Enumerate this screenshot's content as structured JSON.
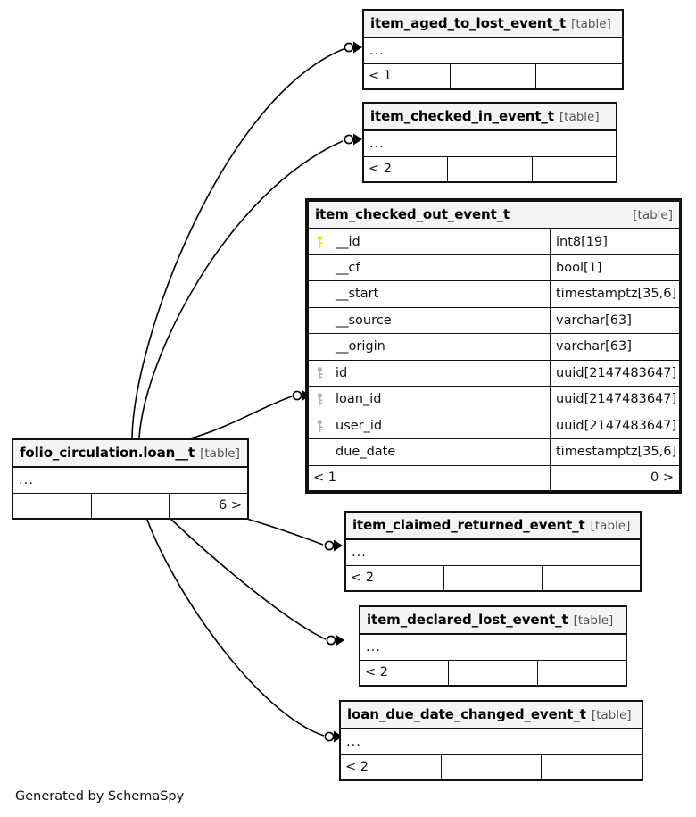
{
  "diagram": {
    "footer_note": "Generated by SchemaSpy",
    "table_tag": "[table]",
    "ellipsis": "...",
    "colors": {
      "primary_key": "#e8e800",
      "foreign_key": "#b0b0b0",
      "border": "#111111",
      "header_bg": "#f4f4f4",
      "page_bg": "#ffffff"
    }
  },
  "tables": {
    "item_aged_to_lost": {
      "name": "item_aged_to_lost_event_t",
      "tag": "[table]",
      "body_label": "...",
      "footer": {
        "left": "< 1",
        "middle": "",
        "right": ""
      }
    },
    "item_checked_in": {
      "name": "item_checked_in_event_t",
      "tag": "[table]",
      "body_label": "...",
      "footer": {
        "left": "< 2",
        "middle": "",
        "right": ""
      }
    },
    "item_checked_out": {
      "name": "item_checked_out_event_t",
      "tag": "[table]",
      "columns": [
        {
          "key": "primary",
          "name": "__id",
          "type": "int8[19]"
        },
        {
          "key": "none",
          "name": "__cf",
          "type": "bool[1]"
        },
        {
          "key": "none",
          "name": "__start",
          "type": "timestamptz[35,6]"
        },
        {
          "key": "none",
          "name": "__source",
          "type": "varchar[63]"
        },
        {
          "key": "none",
          "name": "__origin",
          "type": "varchar[63]"
        },
        {
          "key": "foreign",
          "name": "id",
          "type": "uuid[2147483647]"
        },
        {
          "key": "foreign",
          "name": "loan_id",
          "type": "uuid[2147483647]"
        },
        {
          "key": "foreign",
          "name": "user_id",
          "type": "uuid[2147483647]"
        },
        {
          "key": "none",
          "name": "due_date",
          "type": "timestamptz[35,6]"
        }
      ],
      "footer": {
        "left": "< 1",
        "middle": "",
        "right": "0 >"
      }
    },
    "loan": {
      "name": "folio_circulation.loan__t",
      "tag": "[table]",
      "body_label": "...",
      "footer": {
        "left": "",
        "middle": "",
        "right": "6 >"
      }
    },
    "item_claimed_returned": {
      "name": "item_claimed_returned_event_t",
      "tag": "[table]",
      "body_label": "...",
      "footer": {
        "left": "< 2",
        "middle": "",
        "right": ""
      }
    },
    "item_declared_lost": {
      "name": "item_declared_lost_event_t",
      "tag": "[table]",
      "body_label": "...",
      "footer": {
        "left": "< 2",
        "middle": "",
        "right": ""
      }
    },
    "loan_due_date_changed": {
      "name": "loan_due_date_changed_event_t",
      "tag": "[table]",
      "body_label": "...",
      "footer": {
        "left": "< 2",
        "middle": "",
        "right": ""
      }
    }
  },
  "relationships": [
    {
      "from": "loan",
      "to": "item_aged_to_lost",
      "notation": "zero-to-many"
    },
    {
      "from": "loan",
      "to": "item_checked_in",
      "notation": "zero-to-many"
    },
    {
      "from": "loan",
      "to": "item_checked_out",
      "notation": "zero-to-many"
    },
    {
      "from": "loan",
      "to": "item_claimed_returned",
      "notation": "zero-to-many"
    },
    {
      "from": "loan",
      "to": "item_declared_lost",
      "notation": "zero-to-many"
    },
    {
      "from": "loan",
      "to": "loan_due_date_changed",
      "notation": "zero-to-many"
    }
  ]
}
